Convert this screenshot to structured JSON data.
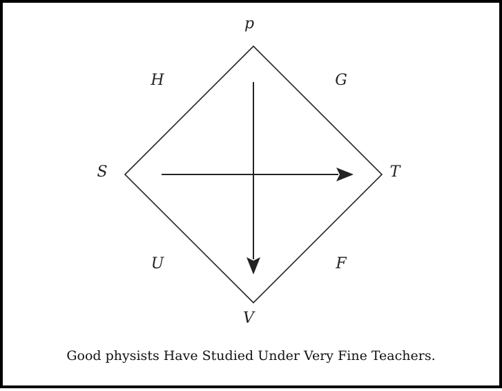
{
  "diagram": {
    "vertices": {
      "top": "p",
      "left": "S",
      "right": "T",
      "bottom": "V"
    },
    "edges": {
      "upper_left": "H",
      "upper_right": "G",
      "lower_left": "U",
      "lower_right": "F"
    }
  },
  "caption": "Good physists Have Studied Under Very Fine Teachers.",
  "colors": {
    "stroke": "#222222",
    "border": "#000000",
    "background": "#ffffff"
  }
}
